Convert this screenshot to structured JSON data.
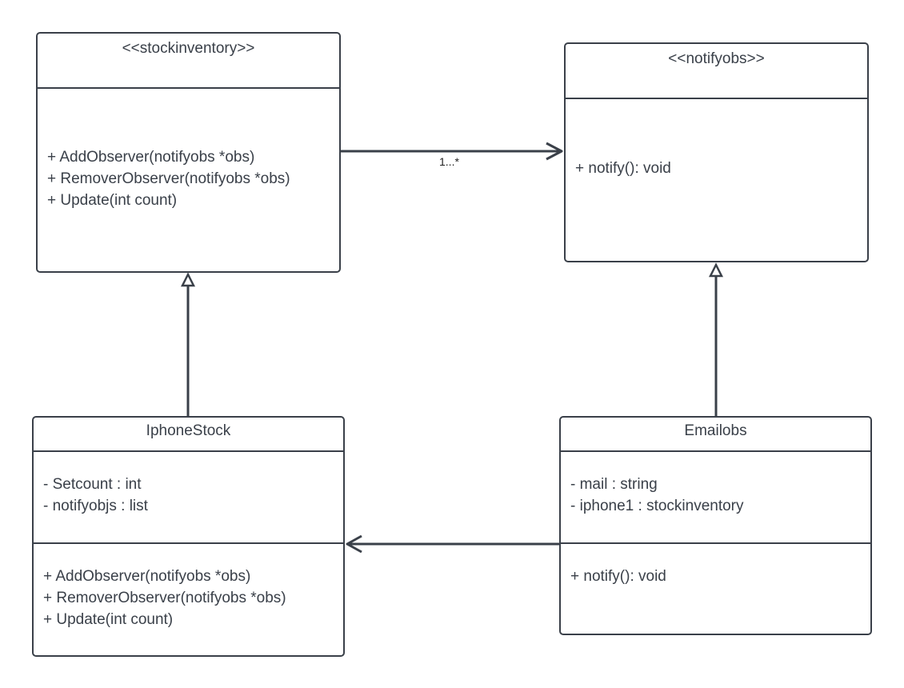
{
  "classes": {
    "stockinventory": {
      "name": "<<stockinventory>>",
      "attributes": [],
      "methods": [
        "+ AddObserver(notifyobs *obs)",
        "+ RemoverObserver(notifyobs *obs)",
        "+ Update(int count)"
      ]
    },
    "notifyobs": {
      "name": "<<notifyobs>>",
      "attributes": [],
      "methods": [
        "+ notify(): void"
      ]
    },
    "iphonestock": {
      "name": "IphoneStock",
      "attributes": [
        "- Setcount : int",
        "- notifyobjs : list"
      ],
      "methods": [
        "+ AddObserver(notifyobs *obs)",
        "+ RemoverObserver(notifyobs *obs)",
        "+ Update(int count)"
      ]
    },
    "emailobs": {
      "name": "Emailobs",
      "attributes": [
        "- mail : string",
        "- iphone1 : stockinventory"
      ],
      "methods": [
        "+ notify(): void"
      ]
    }
  },
  "relations": [
    {
      "from": "stockinventory",
      "to": "notifyobs",
      "type": "association",
      "multiplicity": "1...*"
    },
    {
      "from": "iphonestock",
      "to": "stockinventory",
      "type": "realization"
    },
    {
      "from": "emailobs",
      "to": "notifyobs",
      "type": "realization"
    },
    {
      "from": "emailobs",
      "to": "iphonestock",
      "type": "association"
    }
  ],
  "colors": {
    "stroke": "#3a4049",
    "background": "#ffffff"
  }
}
